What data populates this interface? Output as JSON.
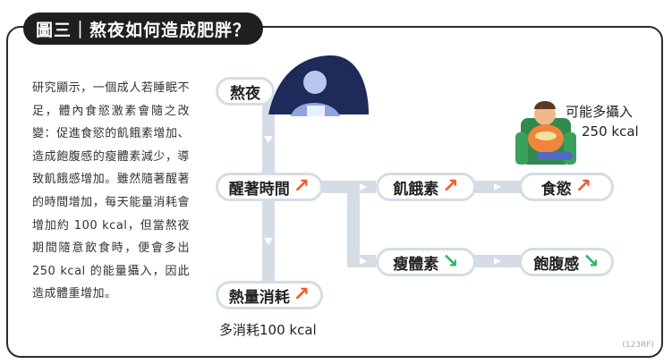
{
  "title": "圖三｜熬夜如何造成肥胖？",
  "description": "研究顯示，一個成人若睡眠不足，體內食慾激素會隨之改變：促進食慾的飢餓素增加、造成飽腹感的瘦體素減少，導致飢餓感增加。雖然隨著醒著的時間增加，每天能量消耗會增加約 100 kcal，但當熬夜期間隨意飲食時，便會多出 250 kcal 的能量攝入，因此造成體重增加。",
  "nodes": {
    "stay_up": "熬夜",
    "awake_time": "醒著時間",
    "energy_use": "熱量消耗",
    "ghrelin": "飢餓素",
    "appetite": "食慾",
    "leptin": "瘦體素",
    "satiety": "飽腹感"
  },
  "arrows": {
    "up": "↗",
    "down": "↘"
  },
  "notes": {
    "intake_line1": "可能多攝入",
    "intake_line2": "250 kcal",
    "burn": "多消耗100 kcal"
  },
  "credit": "(123RF)",
  "colors": {
    "connector": "#d4dde6",
    "increase": "#ef5b2f",
    "decrease": "#2fb36a",
    "title_bg": "#1f1f1f"
  }
}
